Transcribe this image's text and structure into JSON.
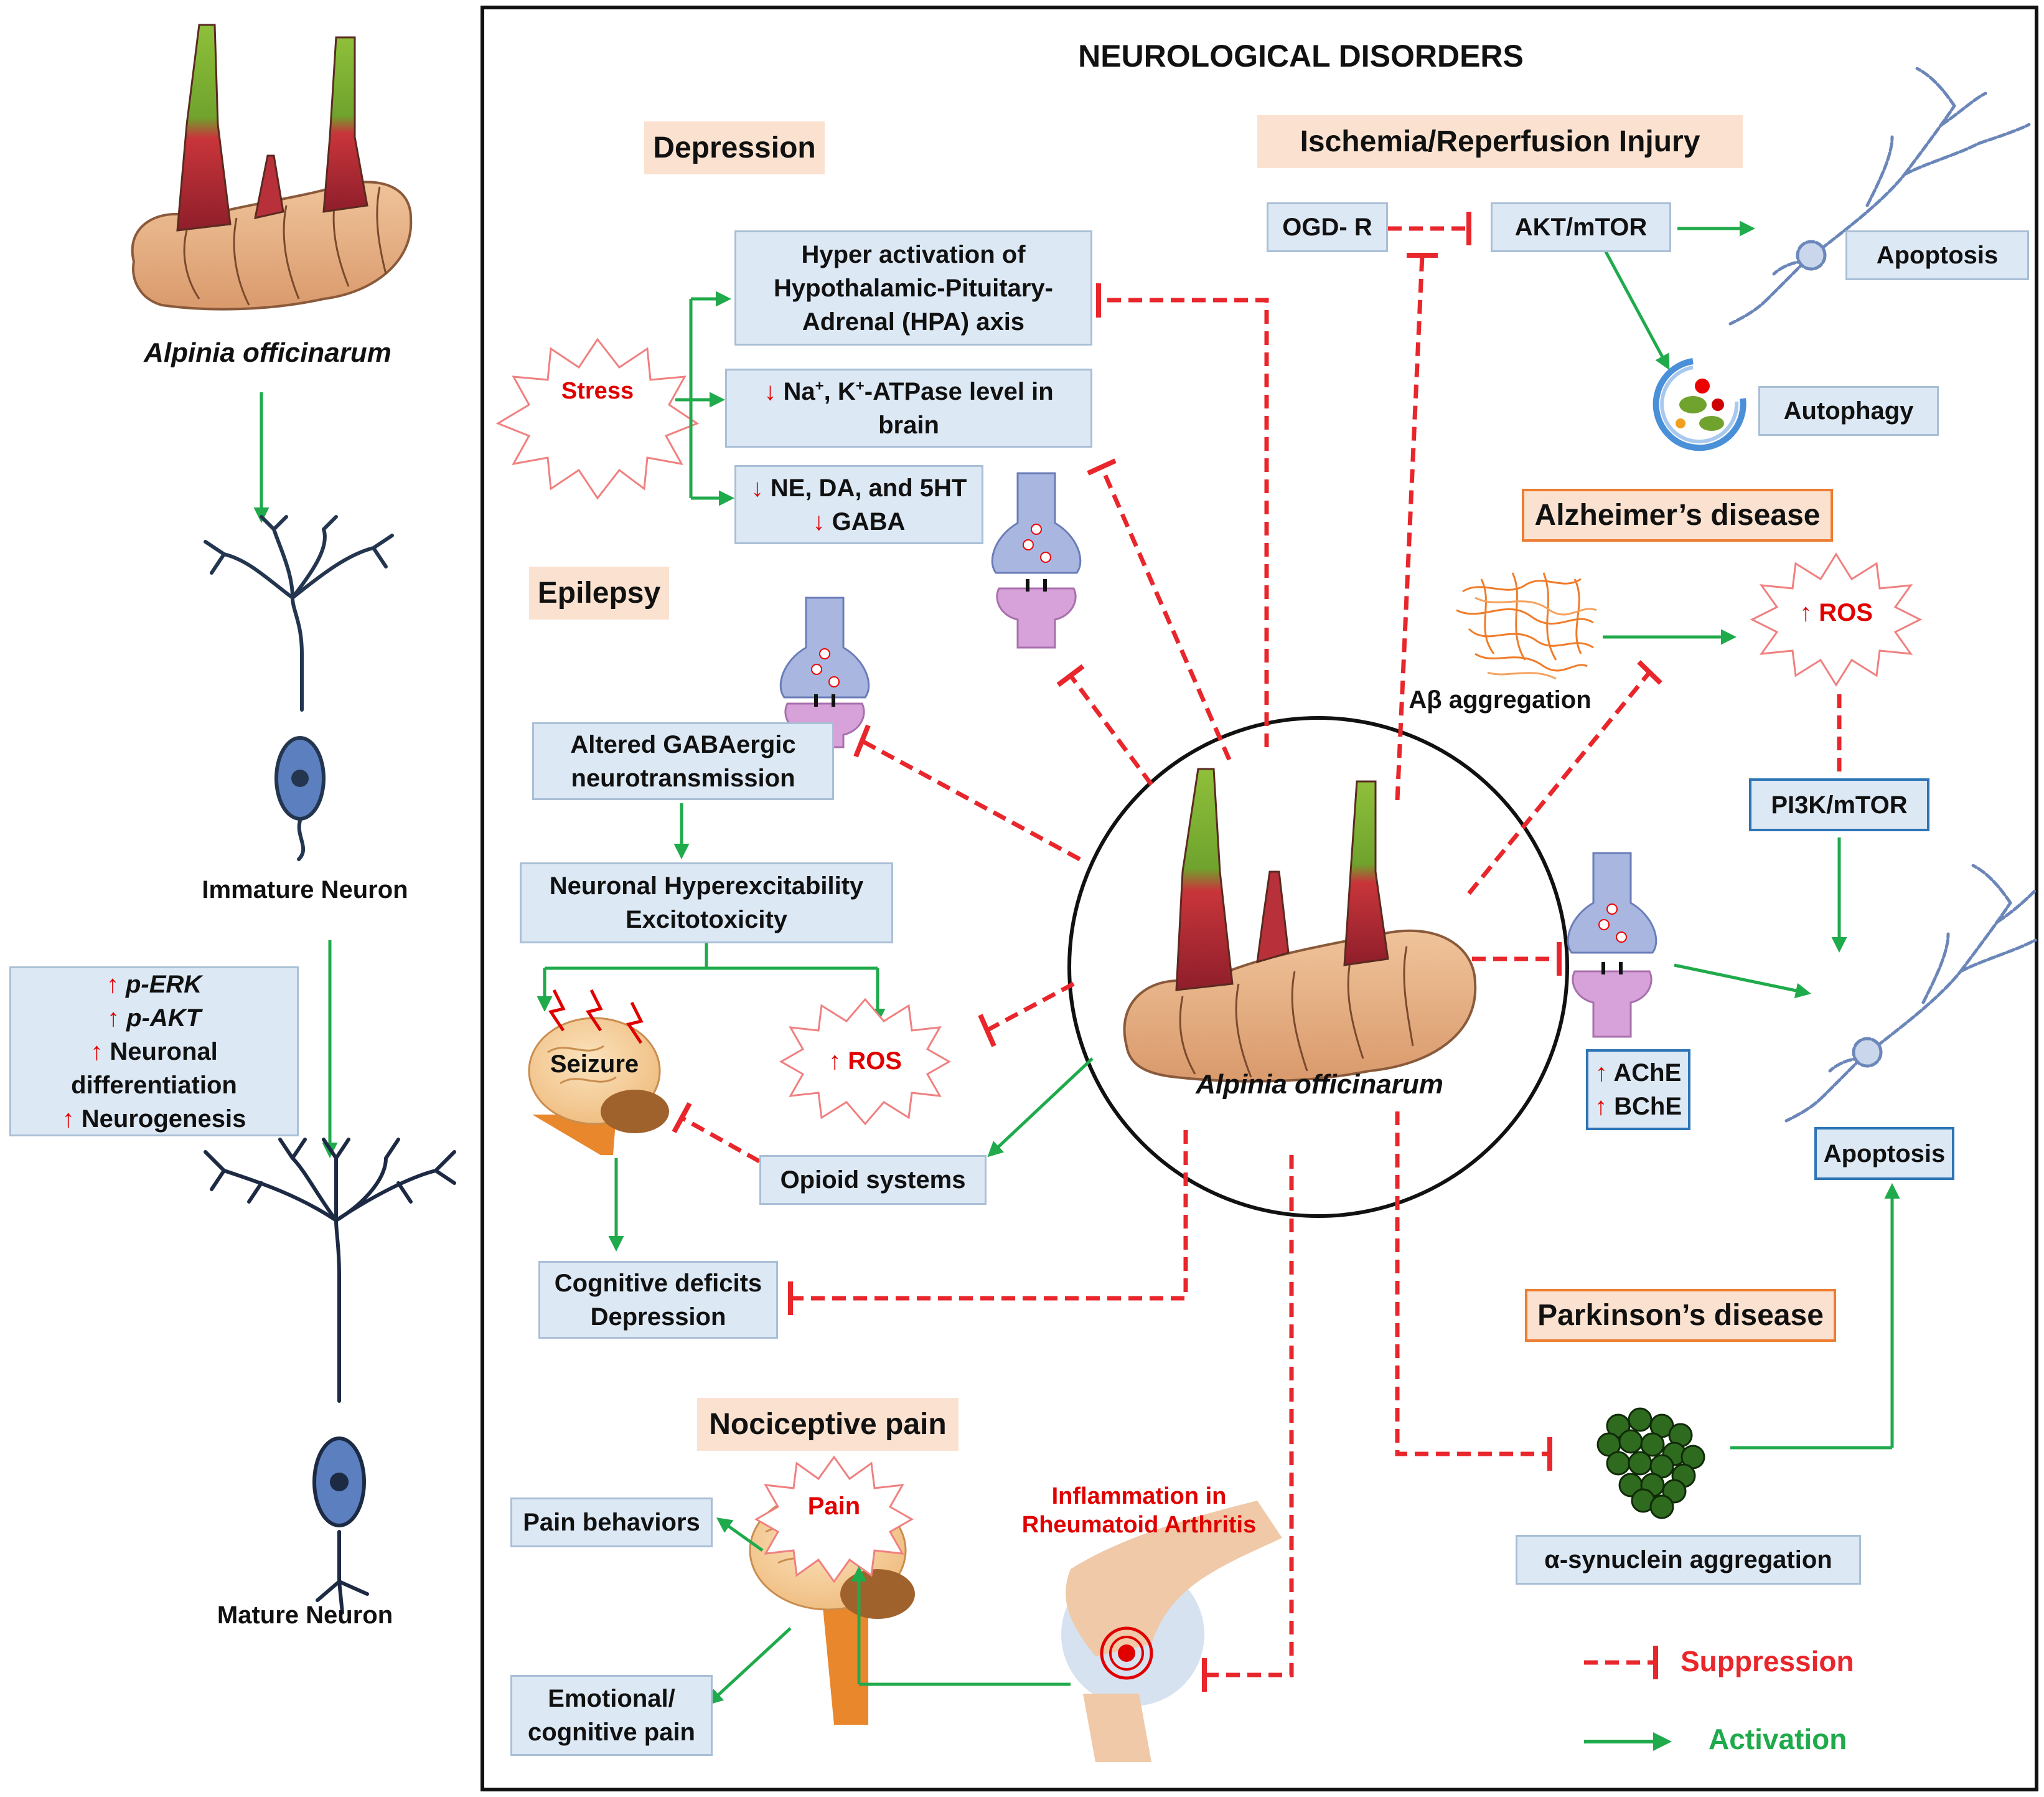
{
  "title": "NEUROLOGICAL DISORDERS",
  "left_panel": {
    "plant_label": "Alpinia officinarum",
    "immature_label": "Immature Neuron",
    "mature_label": "Mature Neuron",
    "markers": [
      {
        "arrow": "↑",
        "text": "p-ERK"
      },
      {
        "arrow": "↑",
        "text": "p-AKT"
      },
      {
        "arrow": "↑",
        "text": "Neuronal differentiation"
      },
      {
        "arrow": "↑",
        "text": "Neurogenesis"
      }
    ]
  },
  "center_label": "Alpinia officinarum",
  "depression": {
    "heading": "Depression",
    "stress": "Stress",
    "hpa": "Hyper activation of Hypothalamic-Pituitary-Adrenal (HPA) axis",
    "atpase_arrow": "↓",
    "atpase_na": "Na",
    "atpase_k": "K",
    "atpase_sup": "+",
    "atpase_rest": "-ATPase level in brain",
    "ne_arrow": "↓",
    "ne": "NE, DA, and 5HT",
    "gaba_arrow": "↓",
    "gaba": "GABA"
  },
  "epilepsy": {
    "heading": "Epilepsy",
    "altered": "Altered GABAergic neurotransmission",
    "hyper": "Neuronal Hyperexcitability Excitotoxicity",
    "seizure": "Seizure",
    "ros_arrow": "↑",
    "ros": "ROS",
    "opioid": "Opioid systems",
    "cognitive": "Cognitive deficits Depression"
  },
  "pain": {
    "heading": "Nociceptive pain",
    "pain": "Pain",
    "behaviors": "Pain behaviors",
    "emotional": "Emotional/ cognitive pain",
    "inflammation": "Inflammation in Rheumatoid Arthritis"
  },
  "ischemia": {
    "heading": "Ischemia/Reperfusion Injury",
    "ogd": "OGD- R",
    "akt": "AKT/mTOR",
    "apoptosis": "Apoptosis",
    "autophagy": "Autophagy"
  },
  "alzheimer": {
    "heading": "Alzheimer’s disease",
    "abeta": "Aβ aggregation",
    "ros_arrow": "↑",
    "ros": "ROS",
    "pi3k": "PI3K/mTOR",
    "ache_arrow": "↑",
    "ache": "AChE",
    "bche_arrow": "↑",
    "bche": "BChE",
    "apoptosis": "Apoptosis"
  },
  "parkinson": {
    "heading": "Parkinson’s disease",
    "synuclein": "α-synuclein aggregation"
  },
  "legend": {
    "suppression": "Suppression",
    "activation": "Activation"
  },
  "colors": {
    "suppression": "#e8262b",
    "activation": "#1faa4b",
    "box_fill": "#dce8f4",
    "heading_fill": "#fbe2d0"
  }
}
